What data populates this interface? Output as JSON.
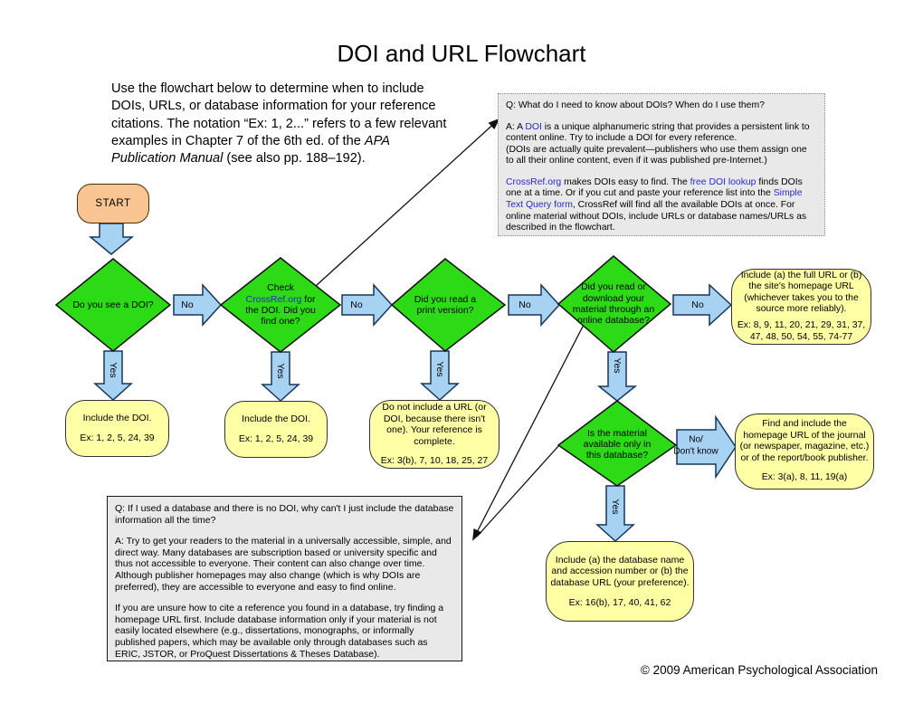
{
  "title": "DOI and URL Flowchart",
  "intro": {
    "segments": [
      "Use the flowchart below to determine when to include DOIs, URLs, or database information for your reference citations. The notation “Ex: 1, 2...” refers to a few relevant examples in Chapter 7 of the 6th ed. of the ",
      "APA Publication Manual",
      " (see also pp. 188–192)."
    ]
  },
  "qa_top": {
    "question": "Q: What do I need to know about DOIs? When do I use them?",
    "answer1": [
      "A: A ",
      "DOI",
      " is a unique alphanumeric string that provides a persistent link to content online. Try to include a DOI for every reference."
    ],
    "answer1_note": "(DOIs are actually quite prevalent—publishers who use them assign one to all their online content, even if it was published pre-Internet.)",
    "answer2": [
      "CrossRef.org",
      " makes DOIs easy to find. The ",
      "free DOI lookup",
      " finds DOIs one at a time. Or if you cut and paste your reference list into the ",
      "Simple Text Query form",
      ", CrossRef will find all the available DOIs at once. For online material without DOIs, include URLs or database names/URLs as described in the flowchart."
    ]
  },
  "qa_bottom": {
    "question": "Q: If I used a database and there is no DOI, why can't I just include the database information all the time?",
    "answer1": "A: Try to get your readers to the material in a universally accessible, simple, and direct way. Many databases are subscription based or university specific and thus not accessible to everyone. Their content can also change over time. Although publisher homepages may also change (which is why DOIs are preferred), they are accessible to everyone and easy to find online.",
    "answer2": "If you are unsure how to cite a reference you found in a database, try finding a homepage URL first. Include database information only if your material is not easily located elsewhere (e.g., dissertations, monographs, or informally published papers, which may be available only through databases such as ERIC, JSTOR, or ProQuest Dissertations & Theses Database)."
  },
  "start": {
    "label": "START"
  },
  "decisions": {
    "d1": "Do you see a DOI?",
    "d2": [
      "Check ",
      "CrossRef.org",
      " for the DOI. Did you find one?"
    ],
    "d3": "Did you read a print version?",
    "d4": "Did you read or download your material through an online database?",
    "d5": "Is the material available only in this database?"
  },
  "labels": {
    "no": "No",
    "yes": "Yes",
    "no_dont_know": [
      "No/",
      "Don't know"
    ]
  },
  "results": {
    "include_doi_1": {
      "text": "Include the DOI.",
      "ex": "Ex: 1, 2, 5, 24, 39"
    },
    "include_doi_2": {
      "text": "Include the DOI.",
      "ex": "Ex: 1, 2, 5, 24, 39"
    },
    "no_url": {
      "text": "Do not include a URL (or DOI, because there isn't one). Your reference is complete.",
      "ex": "Ex: 3(b), 7, 10, 18, 25, 27"
    },
    "full_url": {
      "text": "Include (a) the full URL or (b) the site's homepage URL (whichever takes you to the source more reliably).",
      "ex": "Ex: 8, 9, 11, 20, 21, 29, 31, 37, 47, 48, 50, 54, 55, 74-77"
    },
    "homepage_url": {
      "text": "Find and include the homepage URL of the journal (or newspaper, magazine, etc.) or of the report/book publisher.",
      "ex": "Ex: 3(a), 8, 11, 19(a)"
    },
    "database_info": {
      "text": "Include (a) the database name and accession number or (b) the database URL (your preference).",
      "ex": "Ex: 16(b), 17, 40, 41, 62"
    }
  },
  "footer": {
    "copyright": "© 2009 American Psychological Association"
  },
  "colors": {
    "decision_green": "#2cda15",
    "arrow_fill": "#a8d2f2",
    "arrow_stroke": "#16365c",
    "result_yellow": "#ffffa6",
    "start_orange": "#f9c693",
    "panel_gray": "#e9e9e9",
    "link_blue": "#2929cc"
  }
}
